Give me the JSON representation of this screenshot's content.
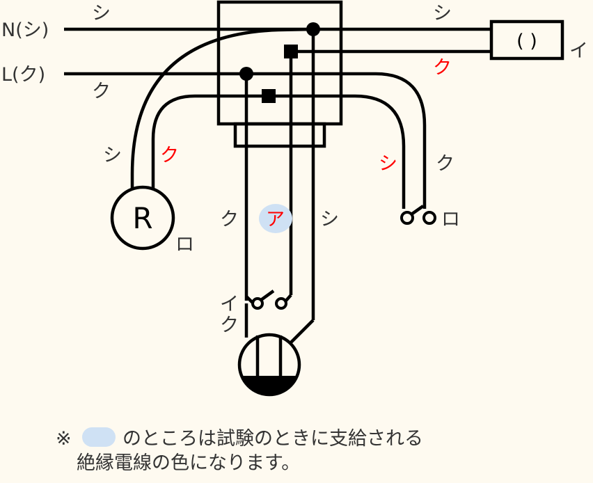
{
  "diagram": {
    "source_labels": {
      "neutral": "N(シ)",
      "line": "L(ク)"
    },
    "wire_labels": {
      "top_left_shi": "シ",
      "top_left_ku": "ク",
      "top_right_shi": "シ",
      "top_right_ku": "ク",
      "r_left_shi": "シ",
      "r_right_ku": "ク",
      "right_drop_shi": "シ",
      "right_drop_ku": "ク",
      "center_left_ku": "ク",
      "center_a": "ア",
      "center_right_shi": "シ",
      "switch_i": "イ",
      "switch_ku": "ク"
    },
    "devices": {
      "outlet_box_label": "( )",
      "outlet_tag": "イ",
      "receptacle_r_symbol": "R",
      "receptacle_r_tag": "ロ",
      "switch_right_tag": "ロ"
    },
    "colors": {
      "background": "#fefaf0",
      "wire": "#000000",
      "label_text": "#333333",
      "highlight_red": "#ff0000",
      "highlight_blob": "#cfe1f4"
    }
  },
  "note": {
    "mark": "※",
    "line1": "のところは試験のときに支給される",
    "line2": "絶縁電線の色になります。"
  }
}
